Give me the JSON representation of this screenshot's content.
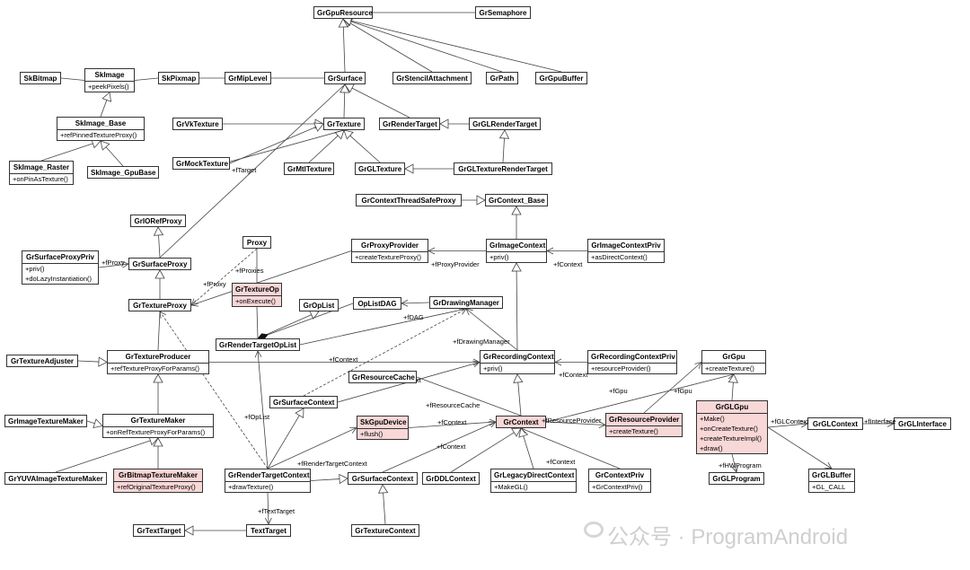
{
  "diagram": {
    "classes": {
      "GrGpuResource": {
        "name": "GrGpuResource"
      },
      "GrSemaphore": {
        "name": "GrSemaphore"
      },
      "SkBitmap": {
        "name": "SkBitmap"
      },
      "SkImage": {
        "name": "SkImage",
        "ops": [
          "+peekPixels()"
        ]
      },
      "SkPixmap": {
        "name": "SkPixmap"
      },
      "GrMipLevel": {
        "name": "GrMipLevel"
      },
      "GrSurface": {
        "name": "GrSurface"
      },
      "GrStencilAttachment": {
        "name": "GrStencilAttachment"
      },
      "GrPath": {
        "name": "GrPath"
      },
      "GrGpuBuffer": {
        "name": "GrGpuBuffer"
      },
      "SkImage_Base": {
        "name": "SkImage_Base",
        "ops": [
          "+refPinnedTextureProxy()"
        ]
      },
      "GrVkTexture": {
        "name": "GrVkTexture"
      },
      "GrTexture": {
        "name": "GrTexture"
      },
      "GrRenderTarget": {
        "name": "GrRenderTarget"
      },
      "GrGLRenderTarget": {
        "name": "GrGLRenderTarget"
      },
      "SkImage_Raster": {
        "name": "SkImage_Raster",
        "ops": [
          "+onPinAsTexture()"
        ]
      },
      "SkImage_GpuBase": {
        "name": "SkImage_GpuBase"
      },
      "GrMockTexture": {
        "name": "GrMockTexture"
      },
      "GrMtlTexture": {
        "name": "GrMtlTexture"
      },
      "GrGLTexture": {
        "name": "GrGLTexture"
      },
      "GrGLTextureRenderTarget": {
        "name": "GrGLTextureRenderTarget"
      },
      "GrContextThreadSafeProxy": {
        "name": "GrContextThreadSafeProxy"
      },
      "GrContext_Base": {
        "name": "GrContext_Base"
      },
      "GrIORefProxy": {
        "name": "GrIORefProxy"
      },
      "Proxy": {
        "name": "Proxy"
      },
      "GrProxyProvider": {
        "name": "GrProxyProvider",
        "ops": [
          "+createTextureProxy()"
        ]
      },
      "GrImageContext": {
        "name": "GrImageContext",
        "ops": [
          "+priv()"
        ]
      },
      "GrImageContextPriv": {
        "name": "GrImageContextPriv",
        "ops": [
          "+asDirectContext()"
        ]
      },
      "GrSurfaceProxyPriv": {
        "name": "GrSurfaceProxyPriv",
        "ops": [
          "+priv()",
          "+doLazyInstantiation()"
        ]
      },
      "GrSurfaceProxy": {
        "name": "GrSurfaceProxy"
      },
      "GrTextureOp": {
        "name": "GrTextureOp",
        "ops": [
          "+onExecute()"
        ]
      },
      "GrOpList": {
        "name": "GrOpList"
      },
      "OpListDAG": {
        "name": "OpListDAG"
      },
      "GrDrawingManager": {
        "name": "GrDrawingManager"
      },
      "GrTextureProxy": {
        "name": "GrTextureProxy"
      },
      "GrRenderTargetOpList": {
        "name": "GrRenderTargetOpList"
      },
      "GrTextureAdjuster": {
        "name": "GrTextureAdjuster"
      },
      "GrTextureProducer": {
        "name": "GrTextureProducer",
        "ops": [
          "+refTextureProxyForParams()"
        ]
      },
      "GrResourceCache": {
        "name": "GrResourceCache"
      },
      "GrRecordingContext": {
        "name": "GrRecordingContext",
        "ops": [
          "+priv()"
        ]
      },
      "GrRecordingContextPriv": {
        "name": "GrRecordingContextPriv",
        "ops": [
          "+resourceProvider()"
        ]
      },
      "GrGpu": {
        "name": "GrGpu",
        "ops": [
          "+createTexture()"
        ]
      },
      "GrSurfaceContext": {
        "name": "GrSurfaceContext"
      },
      "GrImageTextureMaker": {
        "name": "GrImageTextureMaker"
      },
      "GrTextureMaker": {
        "name": "GrTextureMaker",
        "ops": [
          "+onRefTextureProxyForParams()"
        ]
      },
      "SkGpuDevice": {
        "name": "SkGpuDevice",
        "ops": [
          "+flush()"
        ]
      },
      "GrContext": {
        "name": "GrContext"
      },
      "GrResourceProvider": {
        "name": "GrResourceProvider",
        "ops": [
          "+createTexture()"
        ]
      },
      "GrGLGpu": {
        "name": "GrGLGpu",
        "ops": [
          "+Make()",
          "+onCreateTexture()",
          "+createTextureImpl()",
          "+draw()"
        ]
      },
      "GrGLContext": {
        "name": "GrGLContext"
      },
      "GrGLInterface": {
        "name": "GrGLInterface"
      },
      "GrYUVAImageTextureMaker": {
        "name": "GrYUVAImageTextureMaker"
      },
      "GrBitmapTextureMaker": {
        "name": "GrBitmapTextureMaker",
        "ops": [
          "+refOriginalTextureProxy()"
        ]
      },
      "GrRenderTargetContext": {
        "name": "GrRenderTargetContext",
        "ops": [
          "+drawTexture()"
        ]
      },
      "GrSurfaceContext2": {
        "name": "GrSurfaceContext"
      },
      "GrDDLContext": {
        "name": "GrDDLContext"
      },
      "GrLegacyDirectContext": {
        "name": "GrLegacyDirectContext",
        "ops": [
          "+MakeGL()"
        ]
      },
      "GrContextPriv": {
        "name": "GrContextPriv",
        "ops": [
          "+GrContextPriv()"
        ]
      },
      "GrGLBuffer": {
        "name": "GrGLBuffer",
        "ops": [
          "+GL_CALL"
        ]
      },
      "GrGLProgram": {
        "name": "GrGLProgram"
      },
      "GrTextTarget": {
        "name": "GrTextTarget"
      },
      "TextTarget": {
        "name": "TextTarget"
      },
      "GrTextureContext": {
        "name": "GrTextureContext"
      }
    },
    "labels": {
      "fTarget": "+fTarget",
      "fProxy1": "+fProxy",
      "fProxy2": "+fProxy",
      "fProxies": "+fProxies",
      "fProxyProvider": "+fProxyProvider",
      "fContext1": "+fContext",
      "fDAG": "+fDAG",
      "fDrawingManager": "+fDrawingManager",
      "fContext2": "+fContext",
      "fContext3": "+fContext",
      "xt": "xt",
      "fResourceCache": "+fResourceCache",
      "fGpu1": "+fGpu",
      "fGpu2": "+fGpu",
      "fOpList": "+fOpList",
      "fContext4": "+fContext",
      "fResourceProvider": "+fResourceProvider",
      "fGLContext": "+fGLContext",
      "fInterface": "+fInterface",
      "fContext5": "+fContext",
      "fRenderTargetContext": "+fRenderTargetContext",
      "fContext6": "+fContext",
      "fHWProgram": "+fHWProgram",
      "fTextTarget": "+fTextTarget"
    },
    "watermark": "公众号 · ProgramAndroid"
  }
}
